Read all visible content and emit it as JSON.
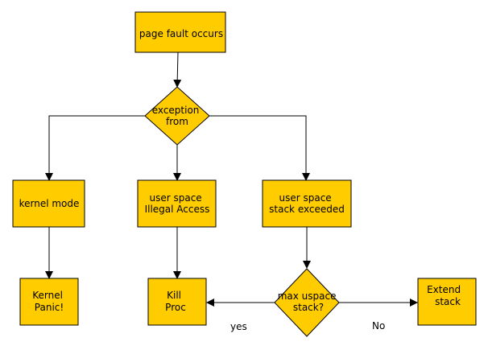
{
  "colors": {
    "node_fill": "#ffcc00",
    "node_stroke": "#000000",
    "edge": "#000000",
    "background": "#ffffff"
  },
  "nodes": {
    "page_fault": {
      "lines": [
        "page fault occurs"
      ]
    },
    "exception_from": {
      "lines": [
        "exception",
        "from"
      ]
    },
    "kernel_mode": {
      "lines": [
        "kernel mode"
      ]
    },
    "user_illegal": {
      "lines": [
        "user space",
        "Illegal Access"
      ]
    },
    "user_stack": {
      "lines": [
        "user space",
        "stack exceeded"
      ]
    },
    "kernel_panic": {
      "lines": [
        "Kernel",
        "Panic!"
      ]
    },
    "kill_proc": {
      "lines": [
        "Kill",
        "Proc"
      ]
    },
    "max_uspace": {
      "lines": [
        "max uspace",
        "stack?"
      ]
    },
    "extend_stack": {
      "lines": [
        "Extend",
        "stack"
      ]
    }
  },
  "edge_labels": {
    "yes": "yes",
    "no": "No"
  }
}
